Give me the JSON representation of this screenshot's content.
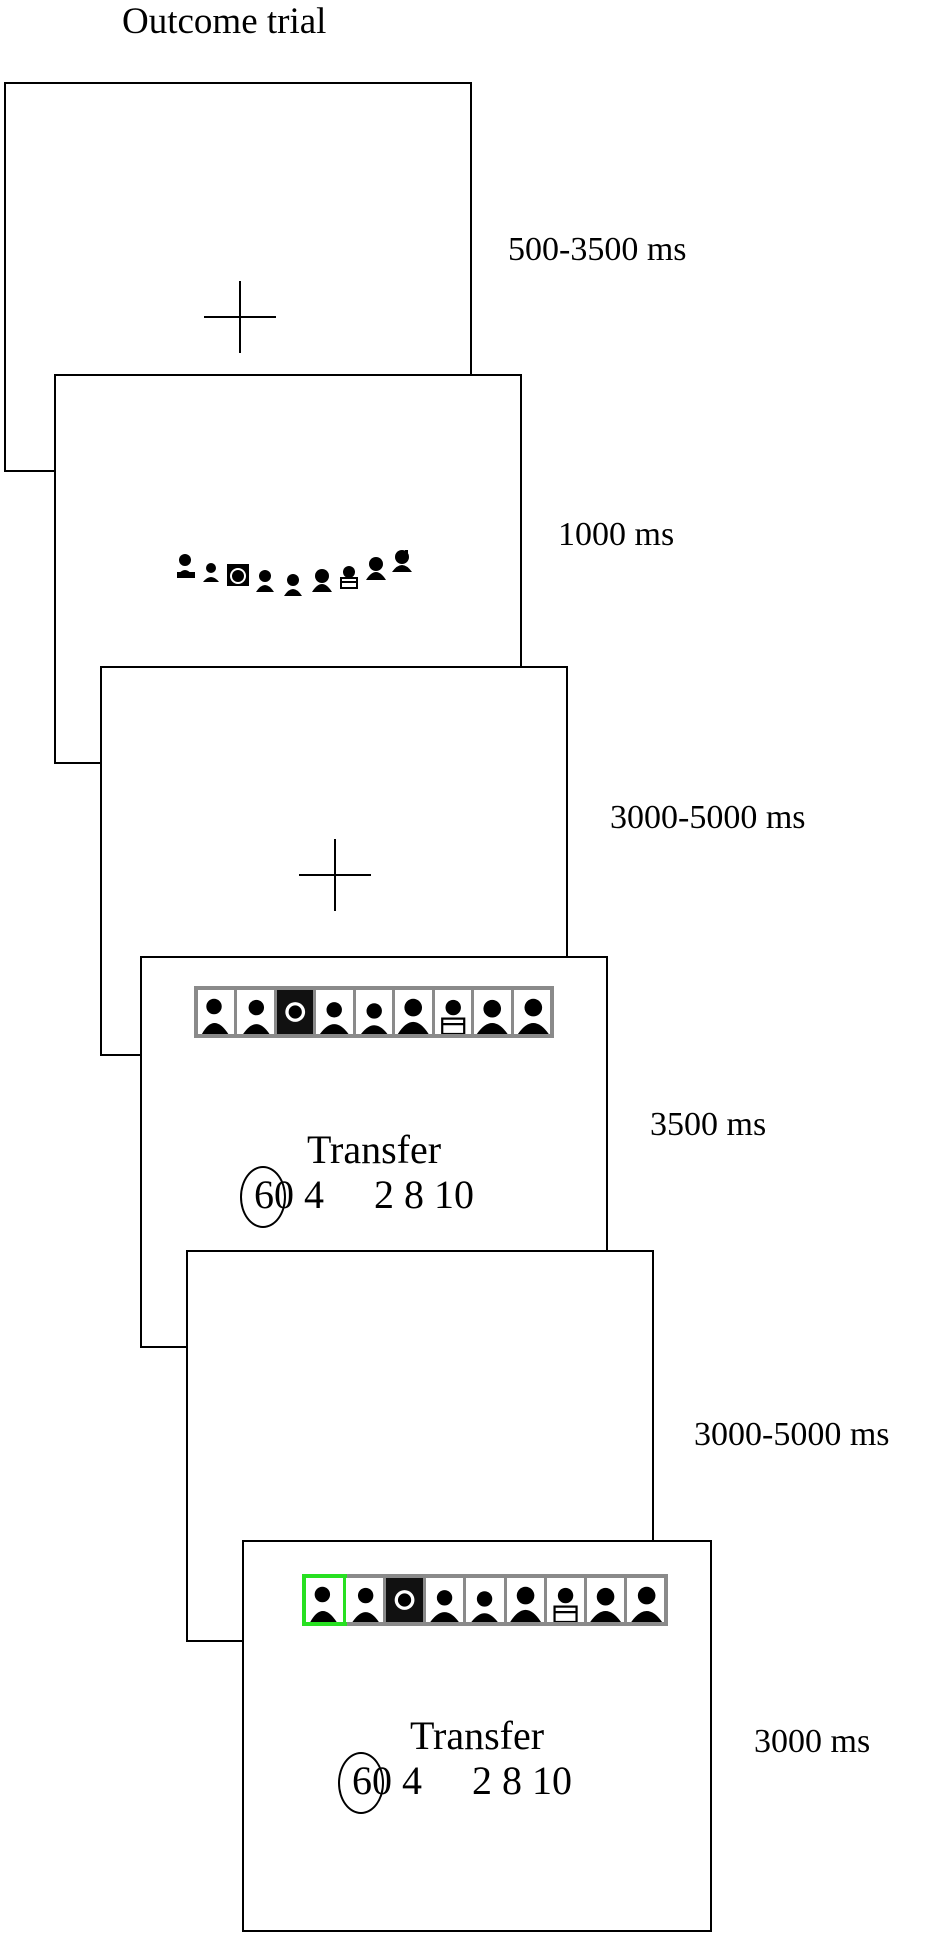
{
  "title": "Outcome trial",
  "steps": [
    {
      "timing": "500-3500 ms"
    },
    {
      "timing": "1000 ms"
    },
    {
      "timing": "3000-5000 ms"
    },
    {
      "timing": "3500 ms",
      "label": "Transfer",
      "options": [
        "6",
        "0",
        "4",
        "2",
        "8",
        "10"
      ],
      "selected_option": "6"
    },
    {
      "timing": "3000-5000 ms"
    },
    {
      "timing": "3000 ms",
      "label": "Transfer",
      "options": [
        "6",
        "0",
        "4",
        "2",
        "8",
        "10"
      ],
      "selected_option": "6",
      "highlight_color": "#27e021"
    }
  ],
  "colors": {
    "strip_border": "#8a8a8a",
    "selection_highlight": "#27e021"
  }
}
